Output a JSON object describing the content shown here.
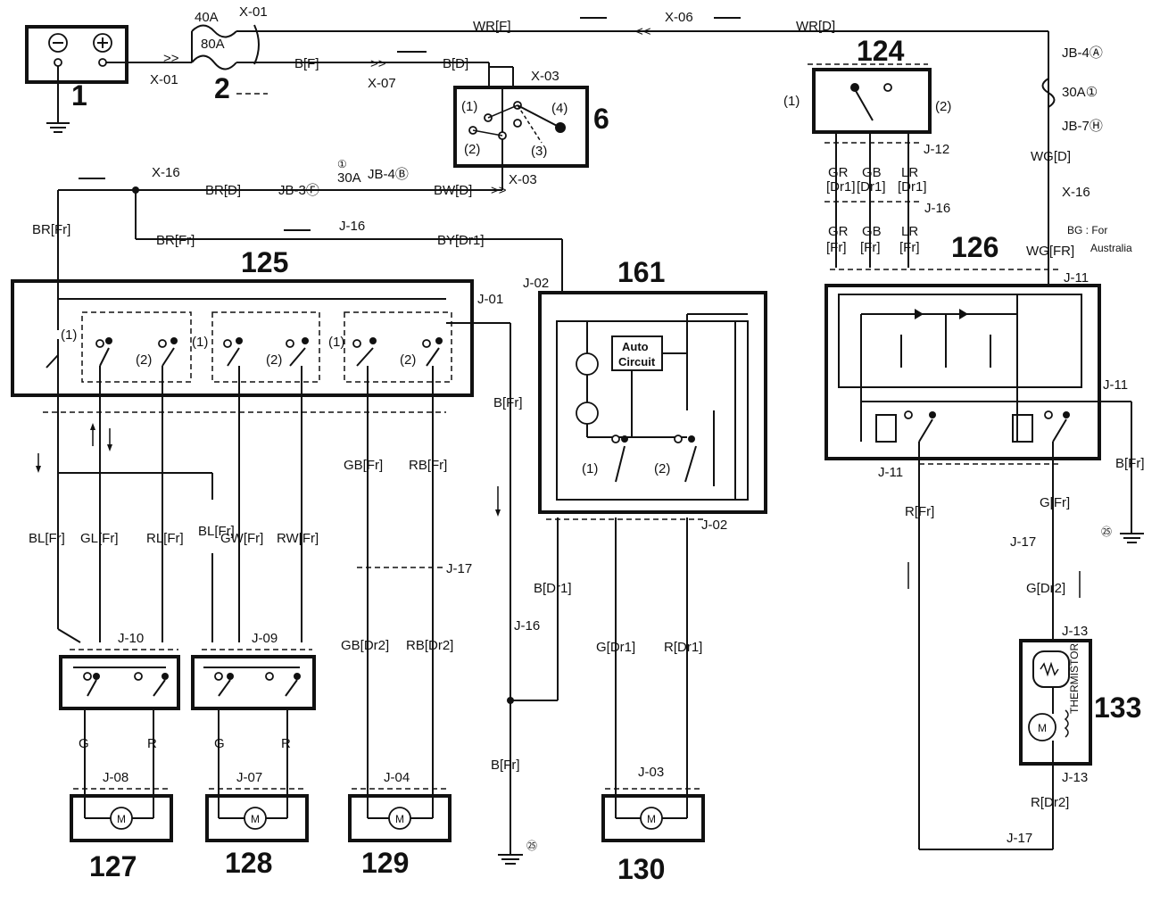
{
  "components": {
    "c1": "1",
    "c2": "2",
    "c6": "6",
    "c124": "124",
    "c125": "125",
    "c126": "126",
    "c127": "127",
    "c128": "128",
    "c129": "129",
    "c130": "130",
    "c133": "133",
    "c161": "161",
    "auto_circuit_1": "Auto",
    "auto_circuit_2": "Circuit",
    "motor": "M",
    "thermistor": "THERMISTOR"
  },
  "fuses": {
    "f40a": "40A",
    "f80a": "80A",
    "f30a_left": "30A",
    "fuse1_num": "①",
    "f30a_right": "30A①",
    "jb3f": "JB-3Ⓕ",
    "jb4b": "JB-4Ⓑ",
    "jb4a": "JB-4Ⓐ",
    "jb7h": "JB-7Ⓗ"
  },
  "pins": {
    "p1": "(1)",
    "p2": "(2)",
    "p3": "(3)",
    "p4": "(4)"
  },
  "grounds": {
    "g25": "㉕"
  },
  "notes": {
    "bg_for": "BG : For",
    "australia": "Australia"
  },
  "wires": {
    "x01_a": "X-01",
    "x01_b": "X-01",
    "x03_top": "X-03",
    "x03_bot": "X-03",
    "x06": "X-06",
    "x07": "X-07",
    "x16_left": "X-16",
    "x16_right": "X-16",
    "wr_f": "WR[F]",
    "wr_d": "WR[D]",
    "b_f": "B[F]",
    "b_d_top": "B[D]",
    "br_d": "BR[D]",
    "bw_d": "BW[D]",
    "br_fr_a": "BR[Fr]",
    "br_fr_b": "BR[Fr]",
    "by_dr1": "BY[Dr1]",
    "j16_top": "J-16",
    "j16_mid": "J-16",
    "j16_right": "J-16",
    "j01": "J-01",
    "j02_top": "J-02",
    "j02_bot": "J-02",
    "j03": "J-03",
    "j04": "J-04",
    "j07": "J-07",
    "j08": "J-08",
    "j09": "J-09",
    "j10": "J-10",
    "j11_top": "J-11",
    "j11_right": "J-11",
    "j11_bot": "J-11",
    "j12": "J-12",
    "j13_top": "J-13",
    "j13_bot": "J-13",
    "j17_mid": "J-17",
    "j17_right": "J-17",
    "j17_bot": "J-17",
    "bl_fr": "BL[Fr]",
    "gl_fr": "GL[Fr]",
    "rl_fr": "RL[Fr]",
    "bl_fr_b": "BL[Fr]",
    "gw_fr": "GW[Fr]",
    "rw_fr": "RW[Fr]",
    "gb_fr": "GB[Fr]",
    "rb_fr": "RB[Fr]",
    "gb_dr2": "GB[Dr2]",
    "rb_dr2": "RB[Dr2]",
    "b_fr_a": "B[Fr]",
    "b_fr_b": "B[Fr]",
    "b_fr_c": "B[Fr]",
    "b_dr1": "B[Dr1]",
    "g_dr1": "G[Dr1]",
    "r_dr1": "R[Dr1]",
    "g": "G",
    "r": "R",
    "gr": "GR",
    "gb": "GB",
    "lr": "LR",
    "dr1": "[Dr1]",
    "fr": "[Fr]",
    "wg_d": "WG[D]",
    "wg_fr": "WG[FR]",
    "r_fr": "R[Fr]",
    "g_fr": "G[Fr]",
    "g_dr2": "G[Dr2]",
    "r_dr2": "R[Dr2]"
  }
}
